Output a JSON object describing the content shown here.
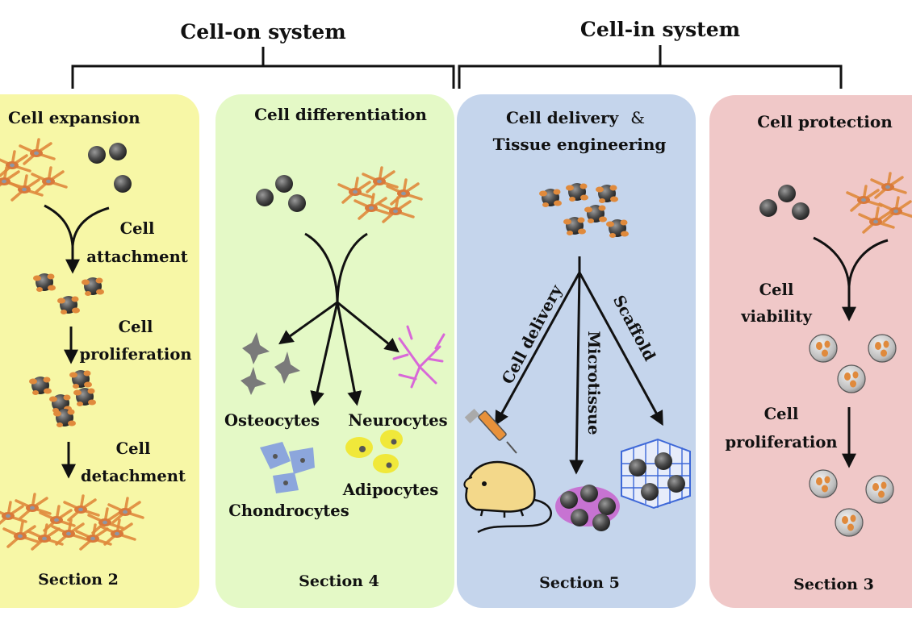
{
  "headers": {
    "cell_on": "Cell-on system",
    "cell_in": "Cell-in system"
  },
  "panel1": {
    "title": "Cell  expansion",
    "step1_a": "Cell",
    "step1_b": "attachment",
    "step2_a": "Cell",
    "step2_b": "proliferation",
    "step3_a": "Cell",
    "step3_b": "detachment",
    "section": "Section 2",
    "color": "#f7f7a6"
  },
  "panel2": {
    "title": "Cell differentiation",
    "osteocytes": "Osteocytes",
    "neurocytes": "Neurocytes",
    "chondrocytes": "Chondrocytes",
    "adipocytes": "Adipocytes",
    "section": "Section 4",
    "color": "#e4f9c6"
  },
  "panel3": {
    "title_a": "Cell delivery",
    "title_amp": "&",
    "title_b": "Tissue engineering",
    "route1": "Cell delivery",
    "route2": "Microtissue",
    "route3": "Scaffold",
    "section": "Section 5",
    "color": "#c5d5ec"
  },
  "panel4": {
    "title": "Cell protection",
    "step1_a": "Cell",
    "step1_b": "viability",
    "step2_a": "Cell",
    "step2_b": "proliferation",
    "section": "Section 3",
    "color": "#f0c8c8"
  }
}
